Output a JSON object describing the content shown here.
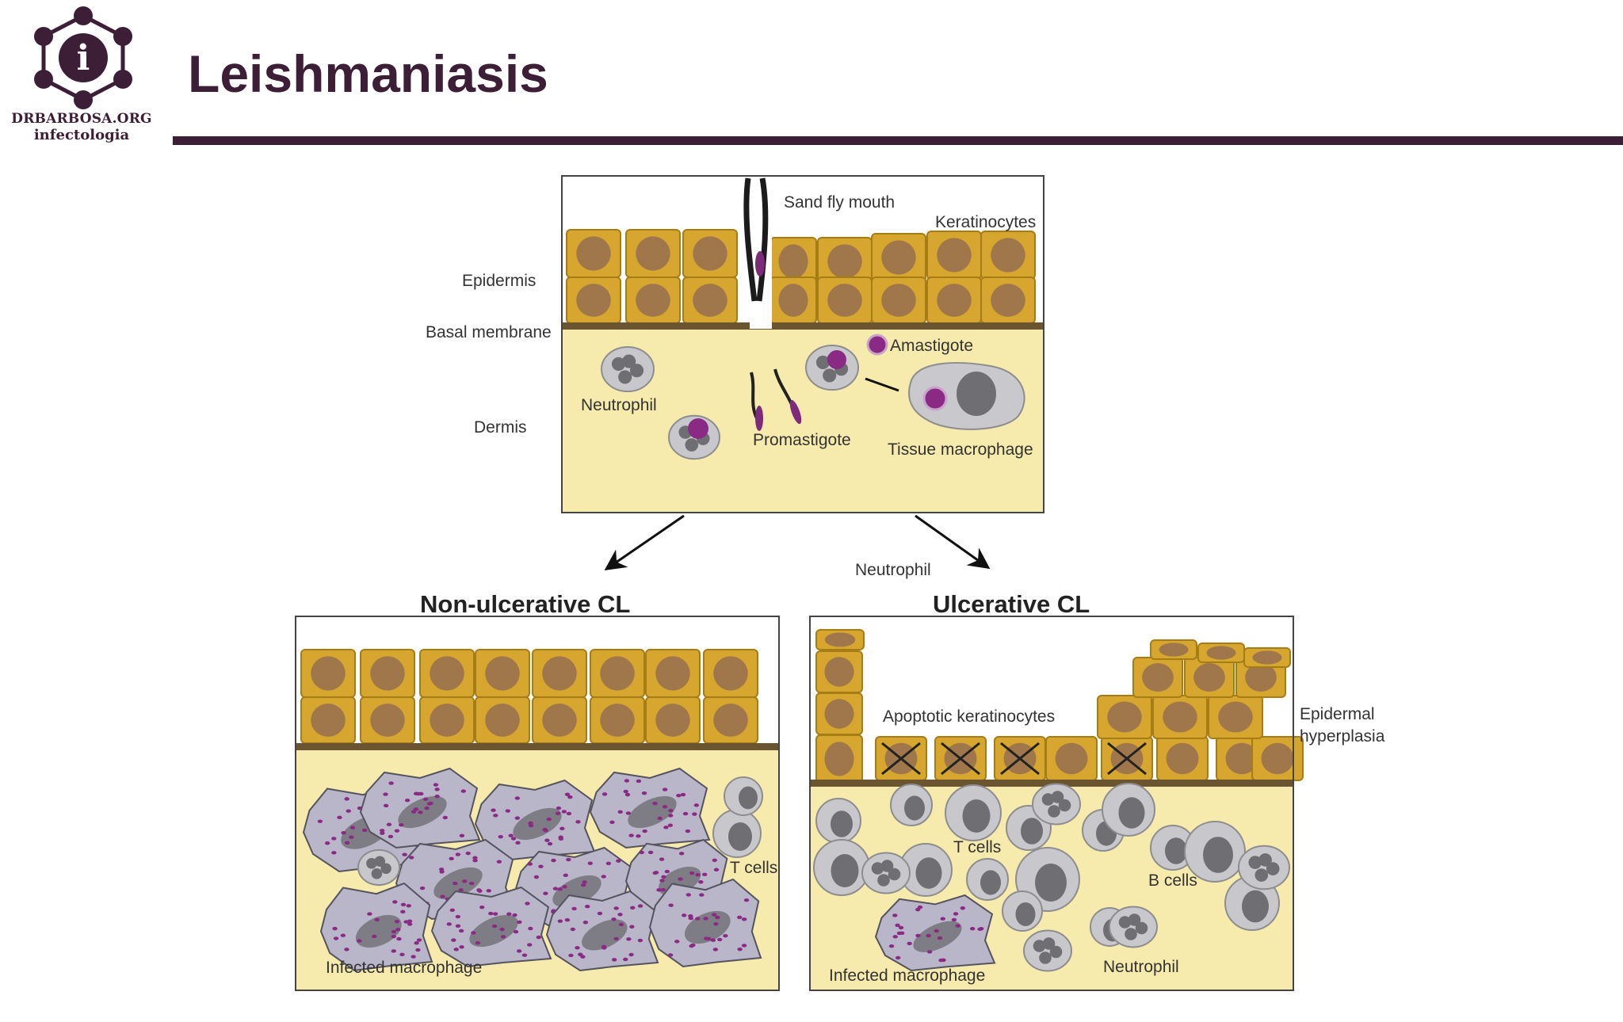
{
  "header": {
    "title": "Leishmaniasis",
    "logo_name": "DRBARBOSA.ORG",
    "logo_subtitle": "infectologia",
    "logo_glyph": "i",
    "accent_color": "#3c1e36"
  },
  "top_panel": {
    "labels": {
      "sand_fly_mouth": "Sand fly mouth",
      "keratinocytes": "Keratinocytes",
      "epidermis": "Epidermis",
      "basal_membrane": "Basal membrane",
      "dermis": "Dermis",
      "amastigote": "Amastigote",
      "neutrophil": "Neutrophil",
      "promastigote": "Promastigote",
      "tissue_macrophage": "Tissue macrophage"
    },
    "arrow_label": "Neutrophil"
  },
  "left_panel": {
    "heading": "Non-ulcerative CL",
    "labels": {
      "t_cells": "T cells",
      "infected_macrophage": "Infected macrophage"
    }
  },
  "right_panel": {
    "heading": "Ulcerative CL",
    "labels": {
      "apoptotic_keratinocytes": "Apoptotic keratinocytes",
      "epidermal_hyperplasia_1": "Epidermal",
      "epidermal_hyperplasia_2": "hyperplasia",
      "t_cells": "T cells",
      "b_cells": "B cells",
      "infected_macrophage": "Infected macrophage",
      "neutrophil": "Neutrophil"
    }
  },
  "colors": {
    "keratinocyte": "#d6a62f",
    "keratinocyte_border": "#a67c14",
    "nucleus": "#a0774b",
    "dermis": "#f6eaac",
    "basal_membrane": "#6b5530",
    "cell_gray": "#c8c8cc",
    "nucleus_gray": "#6f6f73",
    "parasite": "#8b2a85",
    "macrophage": "#b8b6c8"
  }
}
